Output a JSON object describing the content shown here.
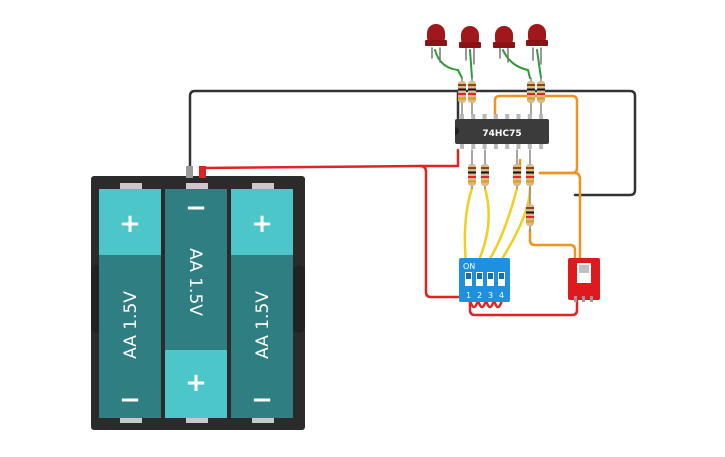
{
  "battery": {
    "cells": [
      {
        "label": "AA 1.5V",
        "top_sign": "+",
        "bottom_sign": "−"
      },
      {
        "label": "AA 1.5V",
        "top_sign": "−",
        "bottom_sign": "+"
      },
      {
        "label": "AA 1.5V",
        "top_sign": "+",
        "bottom_sign": "−"
      }
    ]
  },
  "ic": {
    "label": "74HC75"
  },
  "dip_switch": {
    "on_label": "ON",
    "numbers": [
      "1",
      "2",
      "3",
      "4"
    ]
  },
  "colors": {
    "battery_body": "#2b2b2b",
    "cell_dark": "#2f7f82",
    "cell_light": "#4cc6c8",
    "ic_body": "#3b3b3b",
    "dip_body": "#1f8fe0",
    "slide_switch": "#e0191e",
    "wire_red": "#e02424",
    "wire_black": "#333333",
    "wire_orange": "#f0931e",
    "wire_yellow": "#f2cf1f",
    "wire_green": "#2f9a3a",
    "led": "#a0171c"
  }
}
